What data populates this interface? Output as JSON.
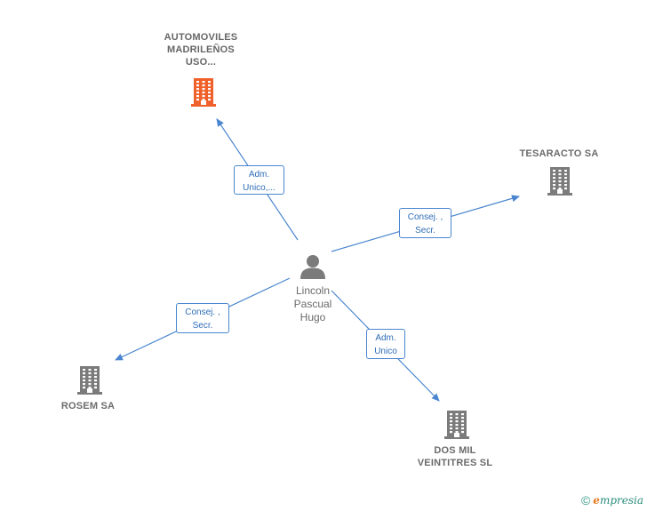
{
  "colors": {
    "edge": "#4a86cf",
    "company_icon": "#7b7b7b",
    "highlight_icon": "#f0602a",
    "person_icon": "#7b7b7b"
  },
  "person": {
    "name_lines": [
      "Lincoln",
      "Pascual",
      "Hugo"
    ],
    "icon": "person-icon"
  },
  "companies": [
    {
      "id": "automoviles",
      "name_lines": [
        "AUTOMOVILES",
        "MADRILEÑOS",
        "USO..."
      ],
      "icon": "building-icon",
      "highlight": true
    },
    {
      "id": "tesaracto",
      "name_lines": [
        "TESARACTO SA"
      ],
      "icon": "building-icon",
      "highlight": false
    },
    {
      "id": "rosem",
      "name_lines": [
        "ROSEM SA"
      ],
      "icon": "building-icon",
      "highlight": false
    },
    {
      "id": "dosmil",
      "name_lines": [
        "DOS MIL",
        "VEINTITRES SL"
      ],
      "icon": "building-icon",
      "highlight": false
    }
  ],
  "relations": [
    {
      "to": "automoviles",
      "label_lines": [
        "Adm.",
        "Unico,..."
      ]
    },
    {
      "to": "tesaracto",
      "label_lines": [
        "Consej. ,",
        "Secr."
      ]
    },
    {
      "to": "rosem",
      "label_lines": [
        "Consej. ,",
        "Secr."
      ]
    },
    {
      "to": "dosmil",
      "label_lines": [
        "Adm.",
        "Unico"
      ]
    }
  ],
  "footer": {
    "copyright_symbol": "©",
    "brand_initial": "e",
    "brand_rest": "mpresia"
  }
}
